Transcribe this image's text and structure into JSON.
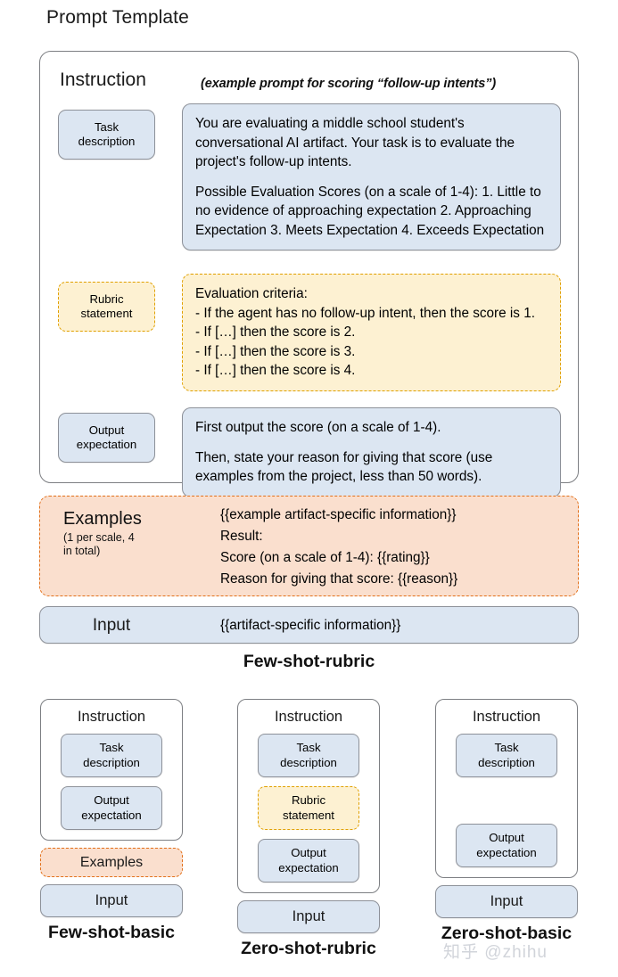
{
  "page_title": "Prompt Template",
  "instruction": {
    "heading": "Instruction",
    "note": "(example prompt for scoring “follow-up intents”)",
    "rows": [
      {
        "tag": "Task description",
        "tag_line1": "Task",
        "tag_line2": "description",
        "style": "blue",
        "paragraphs": [
          "You are evaluating a middle school student's conversational AI artifact. Your task is to evaluate the project's follow-up intents.",
          "Possible Evaluation Scores (on a scale of 1-4): 1. Little to no evidence of approaching expectation 2. Approaching Expectation 3. Meets Expectation 4. Exceeds Expectation"
        ]
      },
      {
        "tag": "Rubric statement",
        "tag_line1": "Rubric",
        "tag_line2": "statement",
        "style": "yellow",
        "lines": [
          "Evaluation criteria:",
          "- If the agent has no follow-up intent, then the score is 1.",
          "- If […] then the score is 2.",
          "- If […] then the score is 3.",
          "- If […] then the score is 4."
        ]
      },
      {
        "tag": "Output expectation",
        "tag_line1": "Output",
        "tag_line2": "expectation",
        "style": "blue",
        "paragraphs": [
          "First output the score (on a scale of 1-4).",
          "Then, state your reason for giving that score (use examples from the project, less than 50 words)."
        ]
      }
    ]
  },
  "examples": {
    "label": "Examples",
    "sublabel_line1": "(1 per scale, 4",
    "sublabel_line2": "in total)",
    "lines": [
      "{{example artifact-specific information}}",
      "Result:",
      "Score (on a scale of 1-4): {{rating}}",
      "Reason for giving that score: {{reason}}"
    ]
  },
  "input": {
    "label": "Input",
    "value": "{{artifact-specific information}}"
  },
  "main_caption": "Few-shot-rubric",
  "variants": [
    {
      "caption": "Few-shot-basic",
      "heading": "Instruction",
      "boxes": [
        {
          "line1": "Task",
          "line2": "description",
          "style": "blue"
        },
        {
          "line1": "Output",
          "line2": "expectation",
          "style": "blue"
        }
      ],
      "examples_band": "Examples",
      "input_band": "Input"
    },
    {
      "caption": "Zero-shot-rubric",
      "heading": "Instruction",
      "boxes": [
        {
          "line1": "Task",
          "line2": "description",
          "style": "blue"
        },
        {
          "line1": "Rubric",
          "line2": "statement",
          "style": "yellow"
        },
        {
          "line1": "Output",
          "line2": "expectation",
          "style": "blue"
        }
      ],
      "examples_band": null,
      "input_band": "Input"
    },
    {
      "caption": "Zero-shot-basic",
      "heading": "Instruction",
      "boxes": [
        {
          "line1": "Task",
          "line2": "description",
          "style": "blue",
          "gap_after": true
        },
        {
          "line1": "Output",
          "line2": "expectation",
          "style": "blue"
        }
      ],
      "examples_band": null,
      "input_band": "Input"
    }
  ],
  "watermark": "知乎 @zhihu",
  "colors": {
    "blue_fill": "#dce6f2",
    "blue_border": "#8d9199",
    "yellow_fill": "#fdf1d2",
    "yellow_border": "#e0a000",
    "peach_fill": "#fadfce",
    "peach_border": "#e2701a",
    "panel_border": "#7d7f83"
  }
}
